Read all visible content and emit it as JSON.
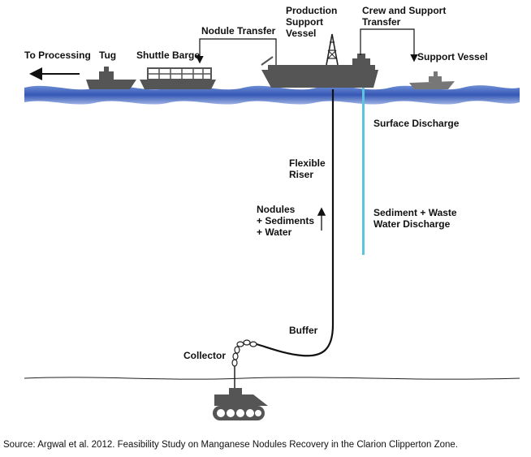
{
  "labels": {
    "to_processing": "To Processing",
    "tug": "Tug",
    "shuttle_barge": "Shuttle Barge",
    "nodule_transfer": "Nodule Transfer",
    "production_vessel": [
      "Production",
      "Support",
      "Vessel"
    ],
    "crew_transfer": [
      "Crew and Support",
      "Transfer"
    ],
    "support_vessel": "Support Vessel",
    "surface_discharge": "Surface Discharge",
    "flexible_riser": [
      "Flexible",
      "Riser"
    ],
    "nodules_flow": [
      "Nodules",
      "+ Sediments",
      "+ Water"
    ],
    "waste_discharge": [
      "Sediment + Waste",
      "Water Discharge"
    ],
    "buffer": "Buffer",
    "collector": "Collector"
  },
  "source": "Source: Argwal et al. 2012. Feasibility Study on Manganese Nodules Recovery in the Clarion Clipperton Zone.",
  "colors": {
    "sea": "#3a5fb8",
    "sea_light": "#7b97d6",
    "discharge": "#5cc4dd",
    "ship": "#555555",
    "line": "#111111"
  }
}
